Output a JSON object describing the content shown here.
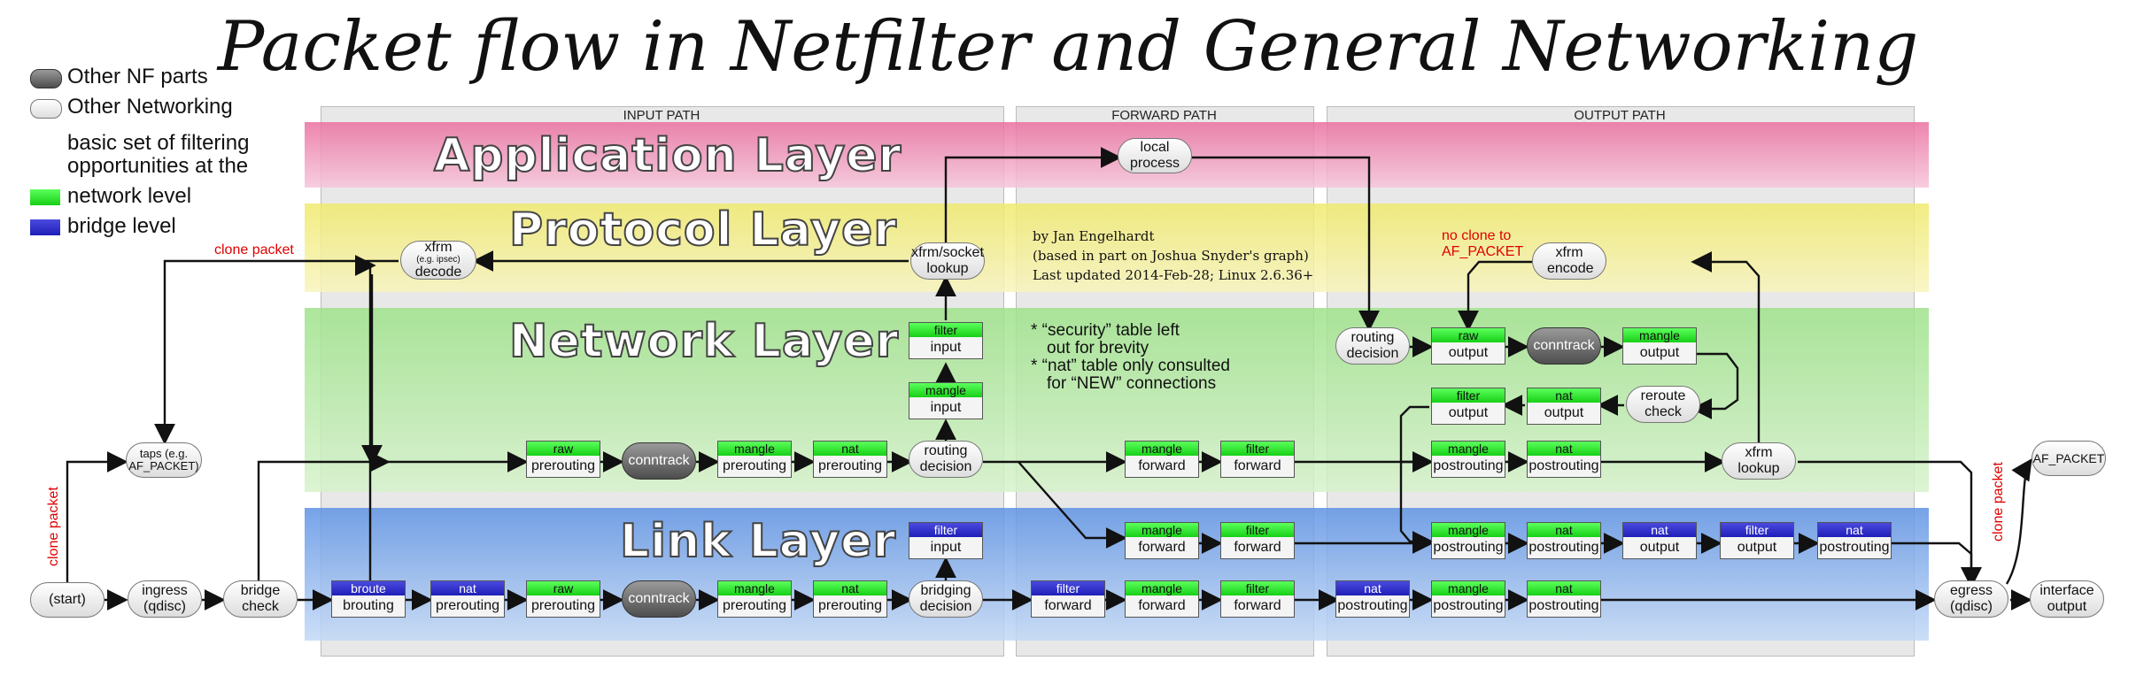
{
  "title": "Packet flow in Netfilter and General Networking",
  "legend": {
    "nf_parts": "Other NF parts",
    "networking": "Other Networking",
    "filter_line1": "basic set of filtering",
    "filter_line2": "opportunities at the",
    "network_level": "network level",
    "bridge_level": "bridge level",
    "colors": {
      "nf": "#555555",
      "networking": "#e6e6e6",
      "network": "#2ee62e",
      "bridge": "#2c2ccc"
    }
  },
  "paths": {
    "input": "INPUT PATH",
    "forward": "FORWARD PATH",
    "output": "OUTPUT PATH"
  },
  "layers": {
    "application": "Application Layer",
    "protocol": "Protocol Layer",
    "network": "Network Layer",
    "link": "Link Layer",
    "colors": {
      "application": "#ef9bbf",
      "protocol": "#f3ef8c",
      "network": "#bdebab",
      "link": "#8fb6ea"
    }
  },
  "nodes": {
    "local_process": "local process",
    "xfrm_decode": "xfrm",
    "xfrm_decode_small": "(e.g. ipsec)",
    "xfrm_decode_label": "decode",
    "xfrm_socket": "xfrm/socket lookup",
    "xfrm_encode": "xfrm encode",
    "taps": "taps (e.g. AF_PACKET)",
    "start": "(start)",
    "ingress": "ingress (qdisc)",
    "bridge_check": "bridge check",
    "routing_decision_in": "routing decision",
    "routing_decision_out": "routing decision",
    "reroute_check": "reroute check",
    "xfrm_lookup": "xfrm lookup",
    "bridging_decision": "bridging decision",
    "egress": "egress (qdisc)",
    "interface_output": "interface output",
    "af_packet": "AF_PACKET",
    "conntrack_net": "conntrack",
    "conntrack_link": "conntrack",
    "conntrack_out": "conntrack"
  },
  "chains": {
    "net_raw_pre": {
      "table": "raw",
      "hook": "prerouting"
    },
    "net_mangle_pre": {
      "table": "mangle",
      "hook": "prerouting"
    },
    "net_nat_pre": {
      "table": "nat",
      "hook": "prerouting"
    },
    "net_mangle_in": {
      "table": "mangle",
      "hook": "input"
    },
    "net_filter_in": {
      "table": "filter",
      "hook": "input"
    },
    "net_mangle_fwd": {
      "table": "mangle",
      "hook": "forward"
    },
    "net_filter_fwd": {
      "table": "filter",
      "hook": "forward"
    },
    "net_raw_out": {
      "table": "raw",
      "hook": "output"
    },
    "net_mangle_out": {
      "table": "mangle",
      "hook": "output"
    },
    "net_filter_out": {
      "table": "filter",
      "hook": "output"
    },
    "net_nat_out": {
      "table": "nat",
      "hook": "output"
    },
    "net_mangle_post": {
      "table": "mangle",
      "hook": "postrouting"
    },
    "net_nat_post": {
      "table": "nat",
      "hook": "postrouting"
    },
    "lk_filter_in": {
      "table": "filter",
      "hook": "input"
    },
    "lk_mangle_fwd": {
      "table": "mangle",
      "hook": "forward"
    },
    "lk_filter_fwd": {
      "table": "filter",
      "hook": "forward"
    },
    "lk_mangle_post": {
      "table": "mangle",
      "hook": "postrouting"
    },
    "lk_nat_post": {
      "table": "nat",
      "hook": "postrouting"
    },
    "lk_nat_out_b": {
      "table": "nat",
      "hook": "output"
    },
    "lk_filter_out_b": {
      "table": "filter",
      "hook": "output"
    },
    "lk_nat_post_b": {
      "table": "nat",
      "hook": "postrouting"
    },
    "lk_broute": {
      "table": "broute",
      "hook": "brouting"
    },
    "lk_nat_pre_b": {
      "table": "nat",
      "hook": "prerouting"
    },
    "lk_raw_pre": {
      "table": "raw",
      "hook": "prerouting"
    },
    "lk_mangle_pre": {
      "table": "mangle",
      "hook": "prerouting"
    },
    "lk_nat_pre": {
      "table": "nat",
      "hook": "prerouting"
    },
    "lk_filter_fwd_b": {
      "table": "filter",
      "hook": "forward"
    },
    "lk_mangle_fwd2": {
      "table": "mangle",
      "hook": "forward"
    },
    "lk_filter_fwd2": {
      "table": "filter",
      "hook": "forward"
    },
    "lk_nat_post_b2": {
      "table": "nat",
      "hook": "postrouting"
    },
    "lk_mangle_post2": {
      "table": "mangle",
      "hook": "postrouting"
    },
    "lk_nat_post2": {
      "table": "nat",
      "hook": "postrouting"
    }
  },
  "labels": {
    "clone_packet": "clone packet",
    "clone_packet_left": "clone packet",
    "clone_packet_right": "clone packet",
    "no_clone": "no clone to",
    "no_clone_af": "AF_PACKET"
  },
  "notes": {
    "author": "by Jan Engelhardt",
    "based": "(based in part on Joshua Snyder's graph)",
    "updated": "Last updated 2014-Feb-28; Linux 2.6.36+",
    "security1": "* “security” table left",
    "security2": "out for brevity",
    "nat1": "* “nat” table only consulted",
    "nat2": "for “NEW” connections"
  }
}
